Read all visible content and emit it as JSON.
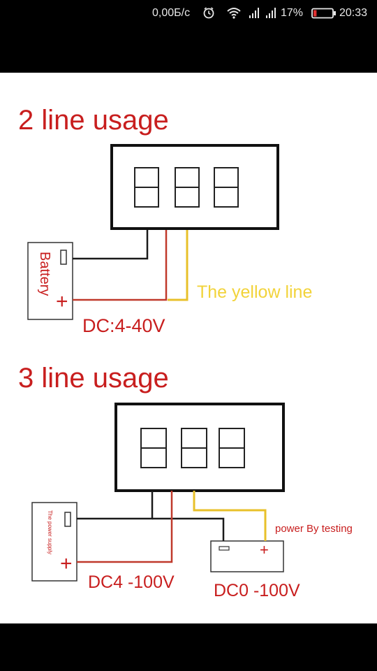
{
  "status_bar": {
    "net_speed": "0,00Б/с",
    "battery_percent": "17%",
    "battery_level": 0.17,
    "time": "20:33",
    "icons": [
      "alarm-icon",
      "wifi-icon",
      "signal-icon-1",
      "signal-icon-2",
      "battery-icon"
    ]
  },
  "diagram": {
    "colors": {
      "red_text": "#c81e1e",
      "red_wire": "#c0392b",
      "yellow_wire": "#e8c02a",
      "black_wire": "#1a1a1a",
      "frame": "#111111"
    },
    "two_line": {
      "title": "2 line usage",
      "battery_label": "Battery",
      "minus_symbol": "▯",
      "plus_symbol": "+",
      "yellow_line_label": "The yellow line",
      "voltage_label": "DC:4-40V"
    },
    "three_line": {
      "title": "3 line usage",
      "supply_label": "The power supply",
      "testing_label": "power By testing",
      "voltage_supply_label": "DC4 -100V",
      "voltage_test_label": "DC0 -100V",
      "plus_symbol": "+"
    }
  }
}
